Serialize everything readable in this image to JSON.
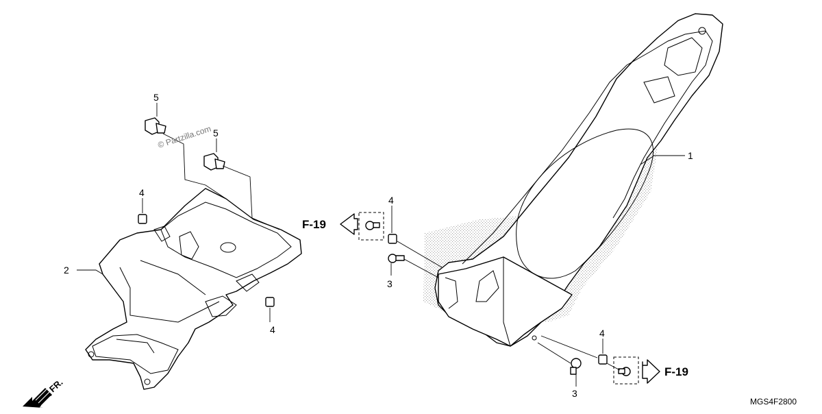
{
  "callouts": {
    "c1": "1",
    "c2": "2",
    "c3_left": "3",
    "c3_right": "3",
    "c4_left_top": "4",
    "c4_left_bottom": "4",
    "c4_center": "4",
    "c4_right": "4",
    "c5_top": "5",
    "c5_lower": "5"
  },
  "references": {
    "left": "F-19",
    "right": "F-19"
  },
  "direction": {
    "front": "FR."
  },
  "diagram_code": "MGS4F2800",
  "watermark": "© Partzilla.com"
}
